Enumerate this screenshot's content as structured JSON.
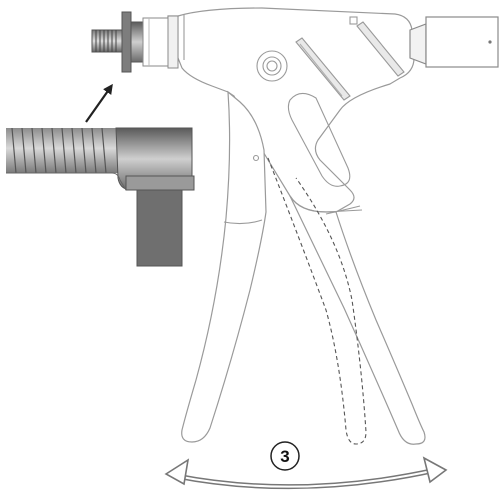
{
  "diagram": {
    "step_number": "3",
    "colors": {
      "outline": "#9a9a9a",
      "dark_outline": "#555555",
      "arrow": "#222222",
      "shade_dark": "#6f6f6f",
      "shade_mid": "#b5b5b5",
      "shade_light": "#e6e6e6"
    },
    "parts": [
      "threaded-fitting",
      "pressure-gauge",
      "tool-body",
      "lever-handle",
      "dashed-lever-position",
      "thread-detail-inset",
      "pointer-arrow",
      "swing-arrow"
    ]
  }
}
